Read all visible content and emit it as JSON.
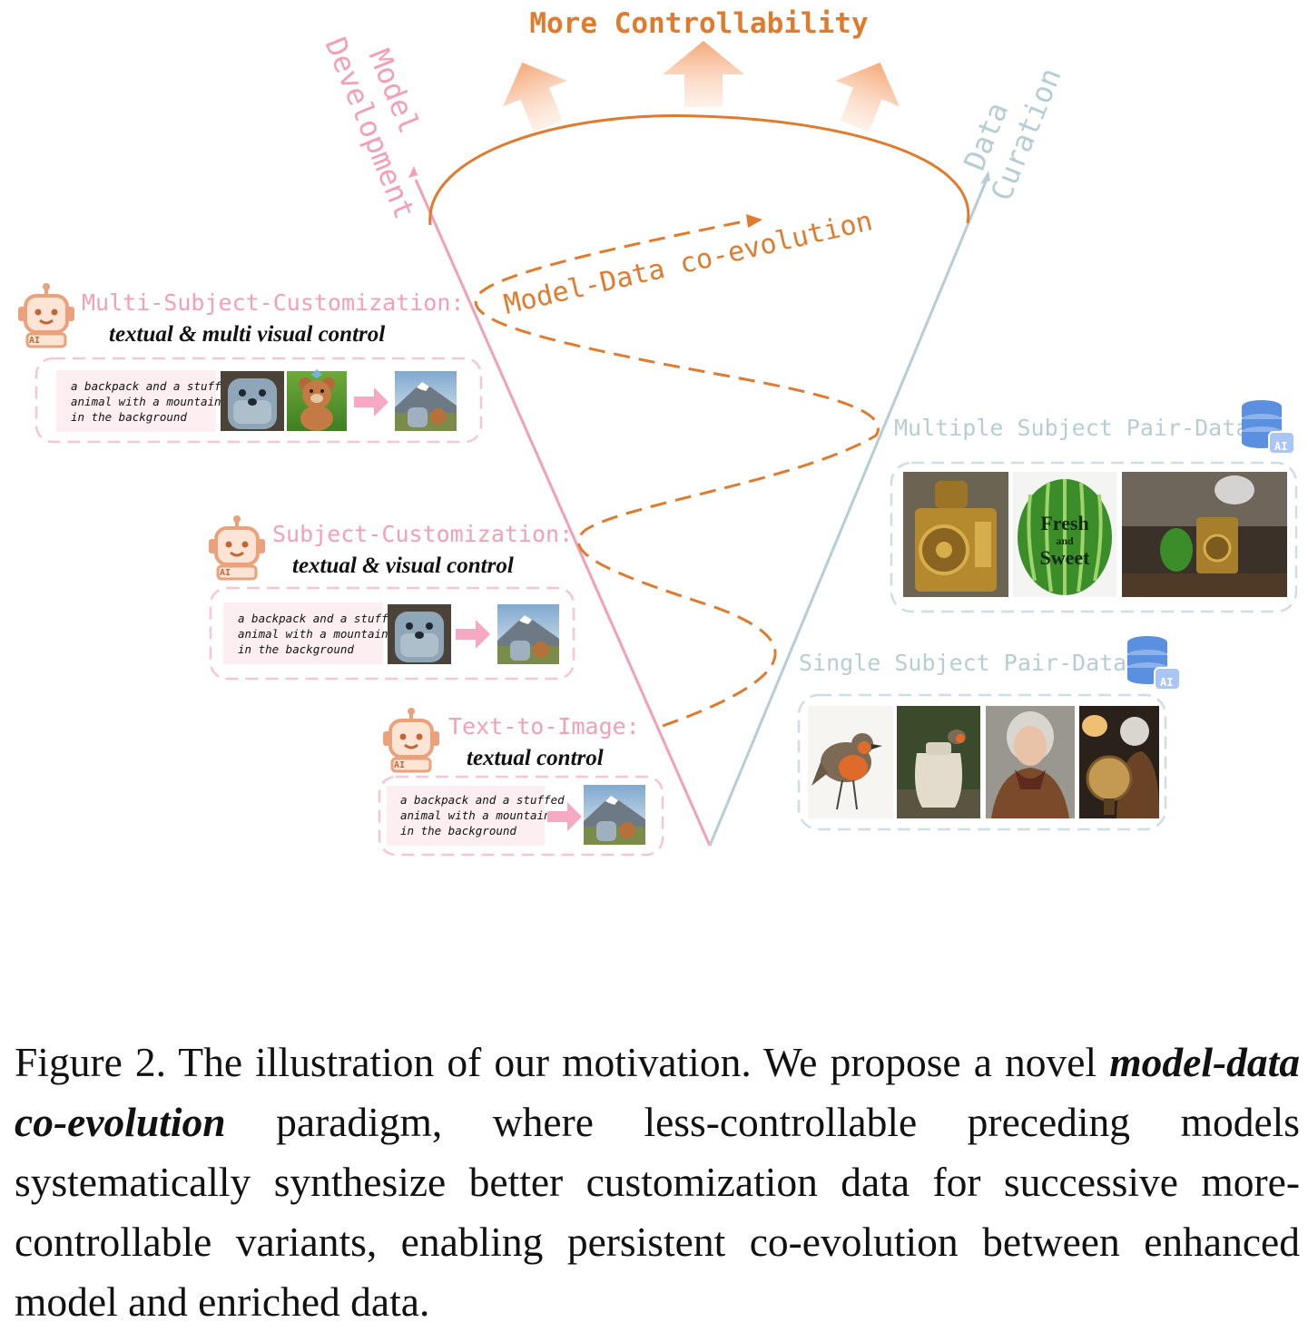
{
  "top_title": "More Controllability",
  "axis_left": [
    "Model",
    "Development"
  ],
  "axis_right": [
    "Data",
    "Curation"
  ],
  "coevolution_label": "Model-Data co-evolution",
  "stages": [
    {
      "id": "multi",
      "title": "Multi-Subject-Customization:",
      "subtitle": "textual & multi visual control",
      "prompt": [
        "a backpack and a stuffed",
        "animal with a mountain",
        "in the background"
      ]
    },
    {
      "id": "single",
      "title": "Subject-Customization:",
      "subtitle": "textual & visual control",
      "prompt": [
        "a backpack and a stuffed",
        "animal with a mountain",
        "in the background"
      ]
    },
    {
      "id": "t2i",
      "title": "Text-to-Image:",
      "subtitle": "textual control",
      "prompt": [
        "a backpack and a stuffed",
        "animal with a mountain",
        "in the background"
      ]
    }
  ],
  "robot_badge": "AI",
  "db_badge": "AI",
  "data_groups": [
    {
      "id": "multiple",
      "title": "Multiple Subject Pair-Data",
      "watermelon_text": [
        "Fresh",
        "and",
        "Sweet"
      ]
    },
    {
      "id": "single",
      "title": "Single Subject Pair-Data"
    }
  ],
  "caption": {
    "prefix": "Figure 2. The illustration of our motivation. We propose a novel",
    "emphasis": "model-data co-evolution",
    "rest": "paradigm, where less-controllable preceding models systematically synthesize better customization data for successive more-controllable variants, enabling persistent co-evolution between enhanced model and enriched data."
  },
  "colors": {
    "orange": "#e07b2e",
    "pink": "#f2a0b8",
    "pink_light": "#f7c6d4",
    "teal": "#b7cdd6",
    "db_blue": "#5b8fe0",
    "robot": "#e9a27b"
  }
}
